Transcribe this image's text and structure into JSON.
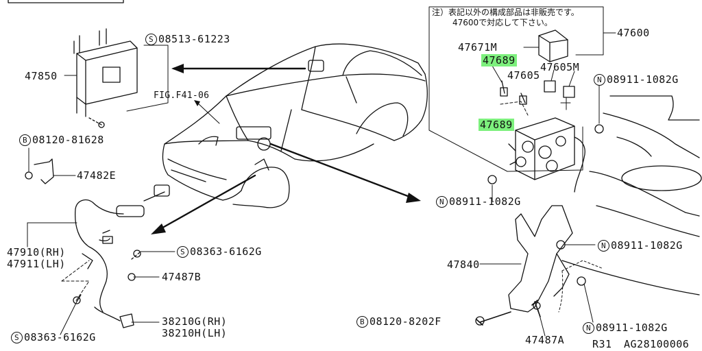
{
  "header_box": "",
  "note": {
    "line1": "注）表記以外の構成部品は非販売です。",
    "line2": "47600で対応して下さい。"
  },
  "labels": {
    "l47600": "47600",
    "l47671m": "47671M",
    "l47689_a": "47689",
    "l47605m": "47605M",
    "l47605": "47605",
    "l47689_b": "47689",
    "l08911_a": "08911-1082G",
    "l08911_b": "08911-1082G",
    "l08911_c": "08911-1082G",
    "l08911_d": "08911-1082G",
    "l08513": "08513-61223",
    "l47850": "47850",
    "lfig": "FIG.F41-06",
    "l08120_a": "08120-81628",
    "l47482e": "47482E",
    "l47910": "47910(RH)",
    "l47911": "47911(LH)",
    "l08363_a": "08363-6162G",
    "l47487b": "47487B",
    "l38210g": "38210G(RH)",
    "l38210h": "38210H(LH)",
    "l08363_b": "08363-6162G",
    "l47840": "47840",
    "l08120_b": "08120-8202F",
    "l47487a": "47487A",
    "lr31": "R31",
    "lcode": "AG28100006"
  },
  "symbols": {
    "S": "S",
    "B": "B",
    "N": "N"
  },
  "colors": {
    "line": "#111111",
    "highlight": "#7df07d",
    "background": "#ffffff"
  }
}
